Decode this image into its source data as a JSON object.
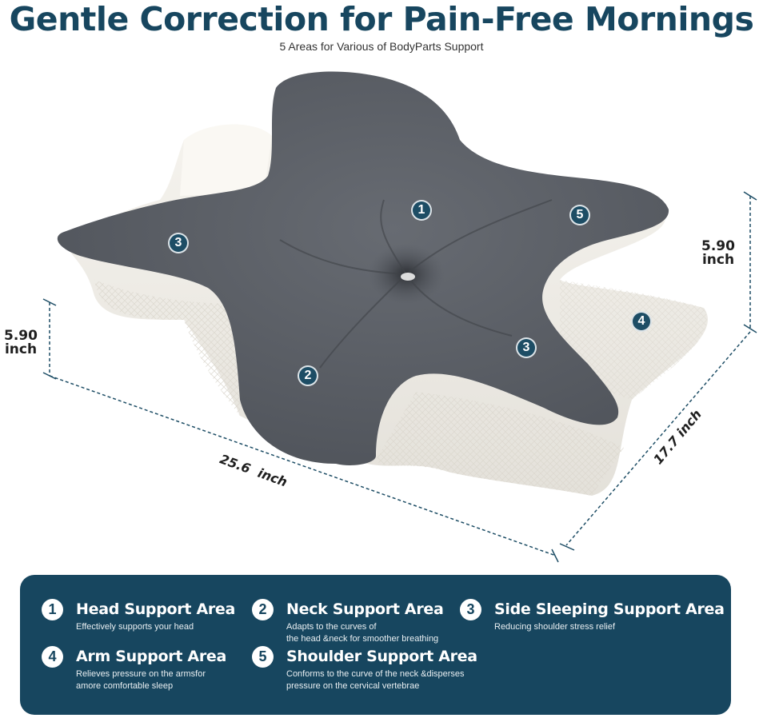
{
  "header": {
    "title": "Gentle Correction for Pain-Free Mornings",
    "subtitle": "5 Areas for Various of BodyParts Support"
  },
  "dimensions": {
    "height_right_value": "5.90",
    "height_right_unit": "inch",
    "height_left_value": "5.90",
    "height_left_unit": "inch",
    "length": "25.6  inch",
    "width": "17.7 inch"
  },
  "markers": [
    "1",
    "5",
    "3",
    "4",
    "3",
    "2"
  ],
  "colors": {
    "brand": "#17465f",
    "cover": "#5b5f66",
    "foam": "#f1efea"
  },
  "features": [
    {
      "num": "1",
      "title": "Head Support Area",
      "desc1": "Effectively supports your head",
      "desc2": ""
    },
    {
      "num": "2",
      "title": "Neck Support Area",
      "desc1": "Adapts to the curves of",
      "desc2": "the head &neck for smoother breathing"
    },
    {
      "num": "3",
      "title": "Side Sleeping Support Area",
      "desc1": "Reducing shoulder stress relief",
      "desc2": ""
    },
    {
      "num": "4",
      "title": "Arm Support Area",
      "desc1": "Relieves pressure on the armsfor",
      "desc2": "amore comfortable sleep"
    },
    {
      "num": "5",
      "title": "Shoulder Support Area",
      "desc1": "Conforms to the curve of the neck &disperses",
      "desc2": "pressure on the cervical vertebrae"
    }
  ]
}
